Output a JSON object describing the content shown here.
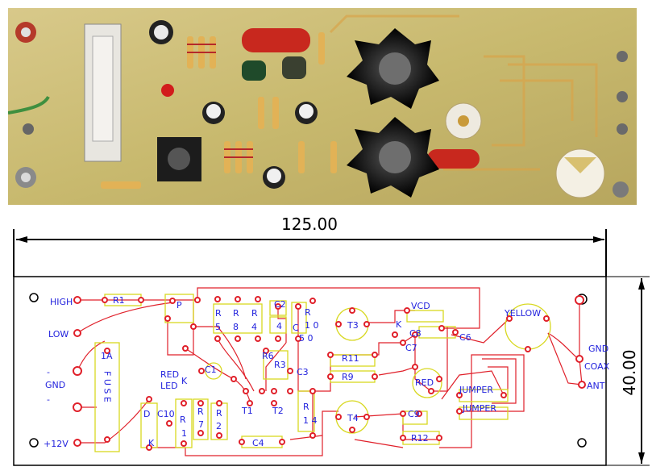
{
  "dimensions": {
    "width": "125.00",
    "height": "40.00"
  },
  "holes": [
    "mount-hole-tl",
    "mount-hole-bl",
    "mount-hole-tr",
    "mount-hole-br"
  ],
  "edge_labels": {
    "high": "HIGH",
    "low": "LOW",
    "gnd": "GND",
    "minus_top": "-",
    "minus_bottom": "-",
    "v12": "+12V",
    "gnd_right": "GND",
    "coax": "COAX",
    "ant": "ANT"
  },
  "components": {
    "r1": "R1",
    "p": "P",
    "r5": "R",
    "r5n": "5",
    "r8": "R",
    "r8n": "8",
    "r4": "R",
    "r4n": "4",
    "c2": "C2",
    "c2n": "4",
    "c50": "C",
    "c50n": "5 0",
    "r10": "R",
    "r10n": "1 0",
    "r6": "R6",
    "r3": "R3",
    "c3": "C3",
    "c1": "C1",
    "t1": "T1",
    "t2": "T2",
    "red_led": "RED",
    "led": "LED",
    "k1": "K",
    "fuse_1a": "1A",
    "fuse": "F U S E",
    "d": "D",
    "c10": "C10",
    "k2": "K",
    "r1b": "R",
    "r1bn": "1",
    "r7": "R",
    "r7n": "7",
    "r2": "R",
    "r2n": "2",
    "c4": "C4",
    "r14": "R",
    "r14n": "1 4",
    "t3": "T3",
    "t4": "T4",
    "k3": "K",
    "vcd": "VCD",
    "c8": "C8",
    "c6": "C6",
    "c7": "C7",
    "r11": "R11",
    "r9": "R9",
    "red2": "RED",
    "c9": "C9",
    "r12": "R12",
    "jumper1": "JUMPER",
    "jumper2": "JUMPER",
    "yellow": "YELLOW"
  },
  "colors": {
    "trace": "#e0202a",
    "component": "#d8d820",
    "label": "#2222dd",
    "board": "#c9bf6a"
  }
}
